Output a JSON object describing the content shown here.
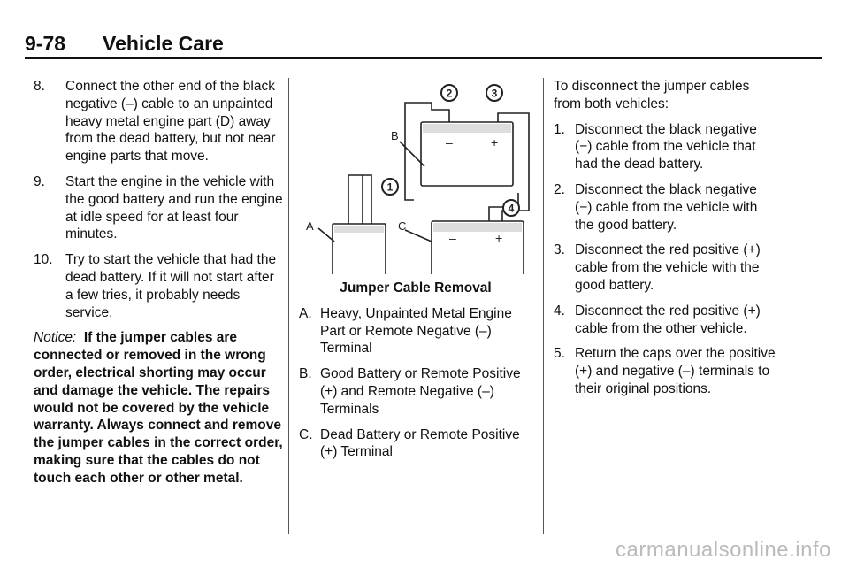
{
  "header": {
    "page_number": "9-78",
    "section": "Vehicle Care"
  },
  "left_column": {
    "steps": [
      {
        "num": "8.",
        "text": "Connect the other end of the black negative (–) cable to an unpainted heavy metal engine part (D) away from the dead battery, but not near engine parts that move."
      },
      {
        "num": "9.",
        "text": "Start the engine in the vehicle with the good battery and run the engine at idle speed for at least four minutes."
      },
      {
        "num": "10.",
        "text": "Try to start the vehicle that had the dead battery. If it will not start after a few tries, it probably needs service."
      }
    ],
    "notice_label": "Notice:",
    "notice_text": "If the jumper cables are connected or removed in the wrong order, electrical shorting may occur and damage the vehicle. The repairs would not be covered by the vehicle warranty. Always connect and remove the jumper cables in the correct order, making sure that the cables do not touch each other or other metal."
  },
  "diagram": {
    "labels": {
      "A": "A",
      "B": "B",
      "C": "C"
    },
    "callouts": [
      "1",
      "2",
      "3",
      "4"
    ],
    "minus": "–",
    "plus": "+",
    "caption": "Jumper Cable Removal"
  },
  "legend": [
    {
      "key": "A.",
      "text": "Heavy, Unpainted Metal Engine Part or Remote Negative (–) Terminal"
    },
    {
      "key": "B.",
      "text": "Good Battery or Remote Positive (+) and Remote Negative (–) Terminals"
    },
    {
      "key": "C.",
      "text": "Dead Battery or Remote Positive (+) Terminal"
    }
  ],
  "right_column": {
    "intro": "To disconnect the jumper cables from both vehicles:",
    "steps": [
      {
        "num": "1.",
        "text": "Disconnect the black negative (−) cable from the vehicle that had the dead battery."
      },
      {
        "num": "2.",
        "text": "Disconnect the black negative (−) cable from the vehicle with the good battery."
      },
      {
        "num": "3.",
        "text": "Disconnect the red positive (+) cable from the vehicle with the good battery."
      },
      {
        "num": "4.",
        "text": "Disconnect the red positive (+) cable from the other vehicle."
      },
      {
        "num": "5.",
        "text": "Return the caps over the positive (+) and negative (–) terminals to their original positions."
      }
    ]
  },
  "footer": {
    "watermark": "carmanualsonline.info"
  }
}
